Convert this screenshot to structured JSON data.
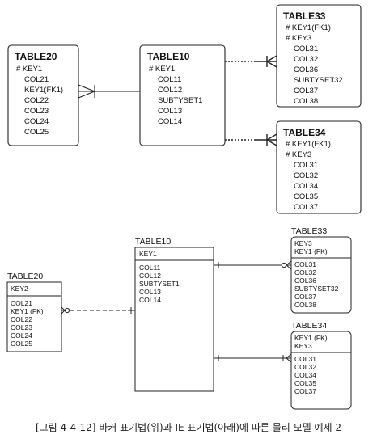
{
  "barker": {
    "t20": {
      "title": "TABLE20",
      "key": "# KEY1",
      "cols": [
        "COL21",
        "KEY1(FK1)",
        "COL22",
        "COL23",
        "COL24",
        "COL25"
      ]
    },
    "t10": {
      "title": "TABLE10",
      "key": "# KEY1",
      "cols": [
        "COL11",
        "COL12",
        "SUBTYSET1",
        "COL13",
        "COL14"
      ]
    },
    "t33": {
      "title": "TABLE33",
      "keys": [
        "# KEY1(FK1)",
        "# KEY3"
      ],
      "cols": [
        "COL31",
        "COL32",
        "COL36",
        "SUBTYSET32",
        "COL37",
        "COL38"
      ]
    },
    "t34": {
      "title": "TABLE34",
      "keys": [
        "# KEY1(FK1)",
        "# KEY3"
      ],
      "cols": [
        "COL31",
        "COL32",
        "COL34",
        "COL35",
        "COL37"
      ]
    }
  },
  "ie": {
    "t10": {
      "title": "TABLE10",
      "keys": [
        "KEY1"
      ],
      "cols": [
        "COL11",
        "COL12",
        "SUBTYSET1",
        "COL13",
        "COL14"
      ]
    },
    "t20": {
      "title": "TABLE20",
      "keys": [
        "KEY2"
      ],
      "cols": [
        "COL21",
        "KEY1 (FK)",
        "COL22",
        "COL23",
        "COL24",
        "COL25"
      ]
    },
    "t33": {
      "title": "TABLE33",
      "keys": [
        "KEY3",
        "KEY1 (FK)"
      ],
      "cols": [
        "COL31",
        "COL32",
        "COL36",
        "SUBTYSET32",
        "COL37",
        "COL38"
      ]
    },
    "t34": {
      "title": "TABLE34",
      "keys": [
        "KEY1 (FK)",
        "KEY3"
      ],
      "cols": [
        "COL31",
        "COL32",
        "COL34",
        "COL35",
        "COL37"
      ]
    }
  },
  "caption": "[그림 4-4-12] 바커 표기법(위)과 IE 표기법(아래)에 따른 물리 모델 예제 2"
}
